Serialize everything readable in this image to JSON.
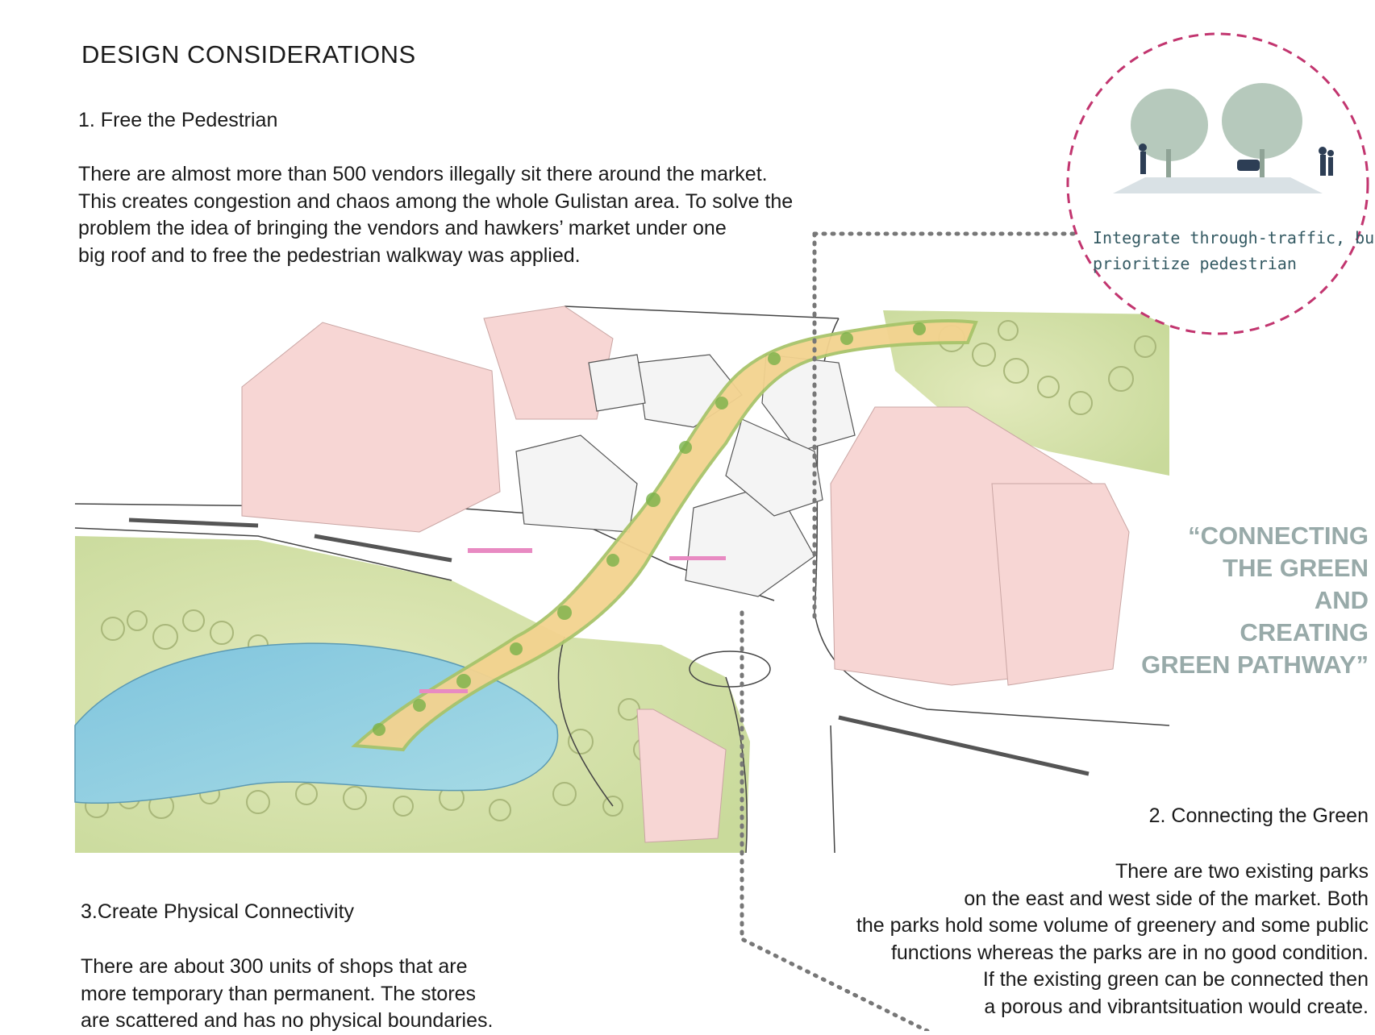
{
  "title": "DESIGN CONSIDERATIONS",
  "section1": {
    "heading": "1. Free the Pedestrian",
    "lines": [
      "There are almost more than 500 vendors illegally sit there  around the market.",
      "This creates congestion and  chaos among the whole Gulistan area. To solve the",
      "problem the idea of bringing  the vendors and hawkers’ market under one",
      "big roof and to free the pedestrian walkway was applied."
    ]
  },
  "section2": {
    "heading": "2. Connecting the Green",
    "lines": [
      "There are two existing parks",
      "on the east and west side of the market. Both",
      "the parks hold some  volume of greenery and some public",
      "functions whereas the parks are in no good condition.",
      "If the existing green can be connected then",
      "a porous and vibrantsituation would create."
    ]
  },
  "section3": {
    "heading": "3.Create Physical Connectivity",
    "lines": [
      "There are about 300 units of shops that are",
      "more temporary than permanent. The stores",
      "are scattered and has no physical boundaries."
    ]
  },
  "quote": {
    "lines": [
      "“CONNECTING",
      "THE GREEN",
      "AND",
      "CREATING",
      "GREEN PATHWAY”"
    ],
    "color": "#98aaa9"
  },
  "callout": {
    "lines": [
      "Integrate through-traffic, but",
      "prioritize pedestrian"
    ],
    "circle_color": "#c2356f"
  },
  "palette": {
    "building_pink": "#f7d6d4",
    "walkway_yellow": "#f3d38f",
    "water_blue": "#8fcbe0",
    "park_green": "#c8d99a"
  }
}
